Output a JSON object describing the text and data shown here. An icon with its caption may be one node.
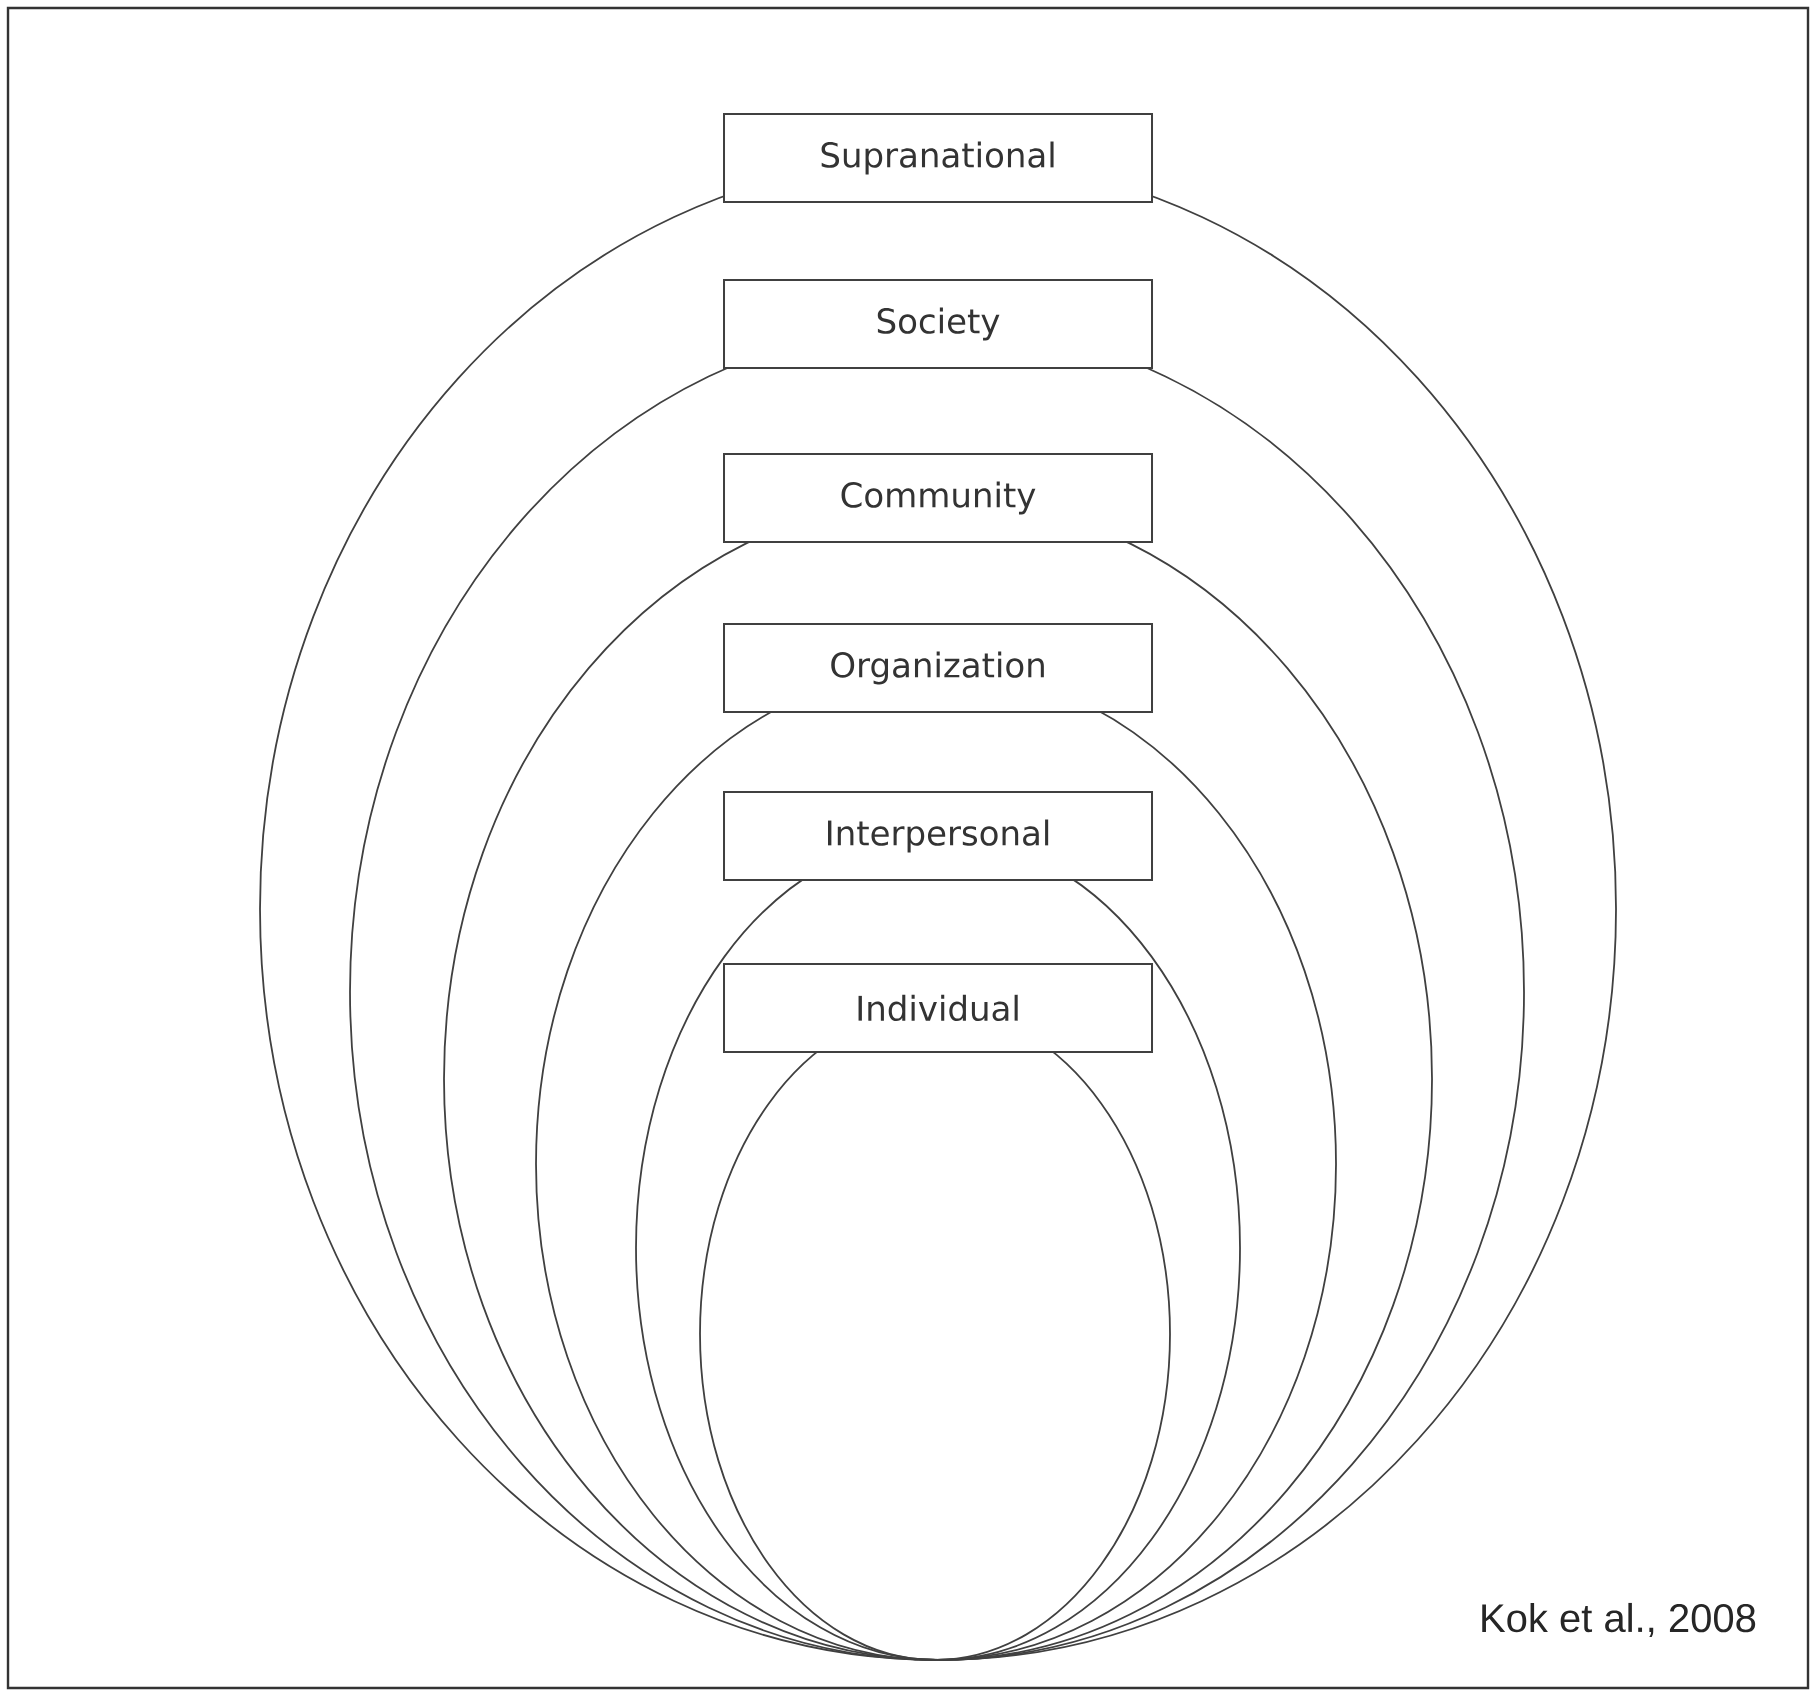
{
  "diagram": {
    "nodes": [
      {
        "text": [
          "Supranational"
        ]
      },
      {
        "text": [
          "Society"
        ]
      },
      {
        "text": [
          "Community"
        ]
      },
      {
        "text": [
          "Organization"
        ]
      },
      {
        "text": [
          "Interpersonal"
        ]
      },
      {
        "text": [
          "Individual"
        ]
      }
    ],
    "labels": [
      "Kok et al., 2008"
    ]
  }
}
